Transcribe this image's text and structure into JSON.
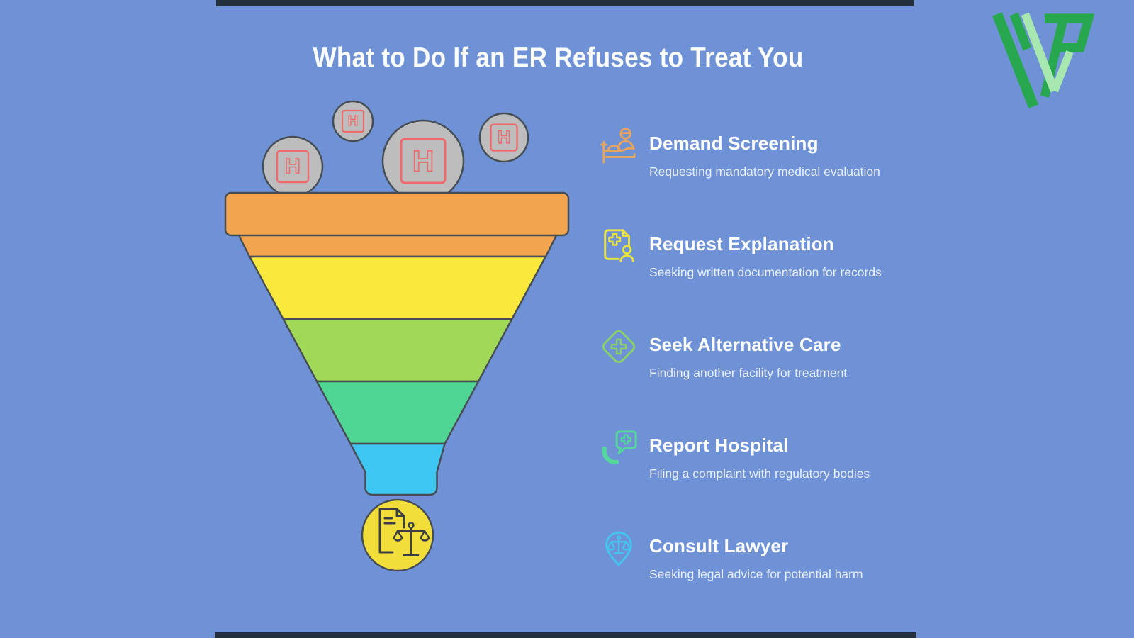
{
  "page": {
    "background_color": "#6e92d5",
    "accent_bar_color": "#242f3d"
  },
  "header": {
    "title": "What to Do If an ER Refuses to Treat You"
  },
  "logo": {
    "name": "vp-brand-logo",
    "dark_color": "#27a84e",
    "light_color": "#a7e8b0"
  },
  "funnel": {
    "outline_color": "#474d55",
    "bubble_fill": "#bdbdbd",
    "hospital_icon_color": "#ee6a6c",
    "hospital_letter": "H",
    "levels": [
      {
        "name": "demand-screening",
        "color": "#f2a44f"
      },
      {
        "name": "request-explanation",
        "color": "#f8e93c"
      },
      {
        "name": "seek-alternative-care",
        "color": "#9fd957"
      },
      {
        "name": "report-hospital",
        "color": "#4fd695"
      },
      {
        "name": "consult-lawyer",
        "color": "#3fc7f3"
      }
    ],
    "outcome_circle_color": "#f2de3a",
    "outcome_icon": "legal-document-scales-icon",
    "outcome_icon_color": "#3a4046"
  },
  "steps": [
    {
      "title": "Demand Screening",
      "description": "Requesting mandatory medical evaluation",
      "icon": "patient-bed-icon",
      "color": "#e9a360"
    },
    {
      "title": "Request Explanation",
      "description": "Seeking written documentation for records",
      "icon": "medical-record-icon",
      "color": "#e7e23f"
    },
    {
      "title": "Seek Alternative Care",
      "description": "Finding another facility for treatment",
      "icon": "medical-diamond-icon",
      "color": "#8ad168"
    },
    {
      "title": "Report Hospital",
      "description": "Filing a complaint with regulatory bodies",
      "icon": "phone-report-icon",
      "color": "#55d69b"
    },
    {
      "title": "Consult Lawyer",
      "description": "Seeking legal advice for potential harm",
      "icon": "legal-pin-icon",
      "color": "#45c4ef"
    }
  ]
}
